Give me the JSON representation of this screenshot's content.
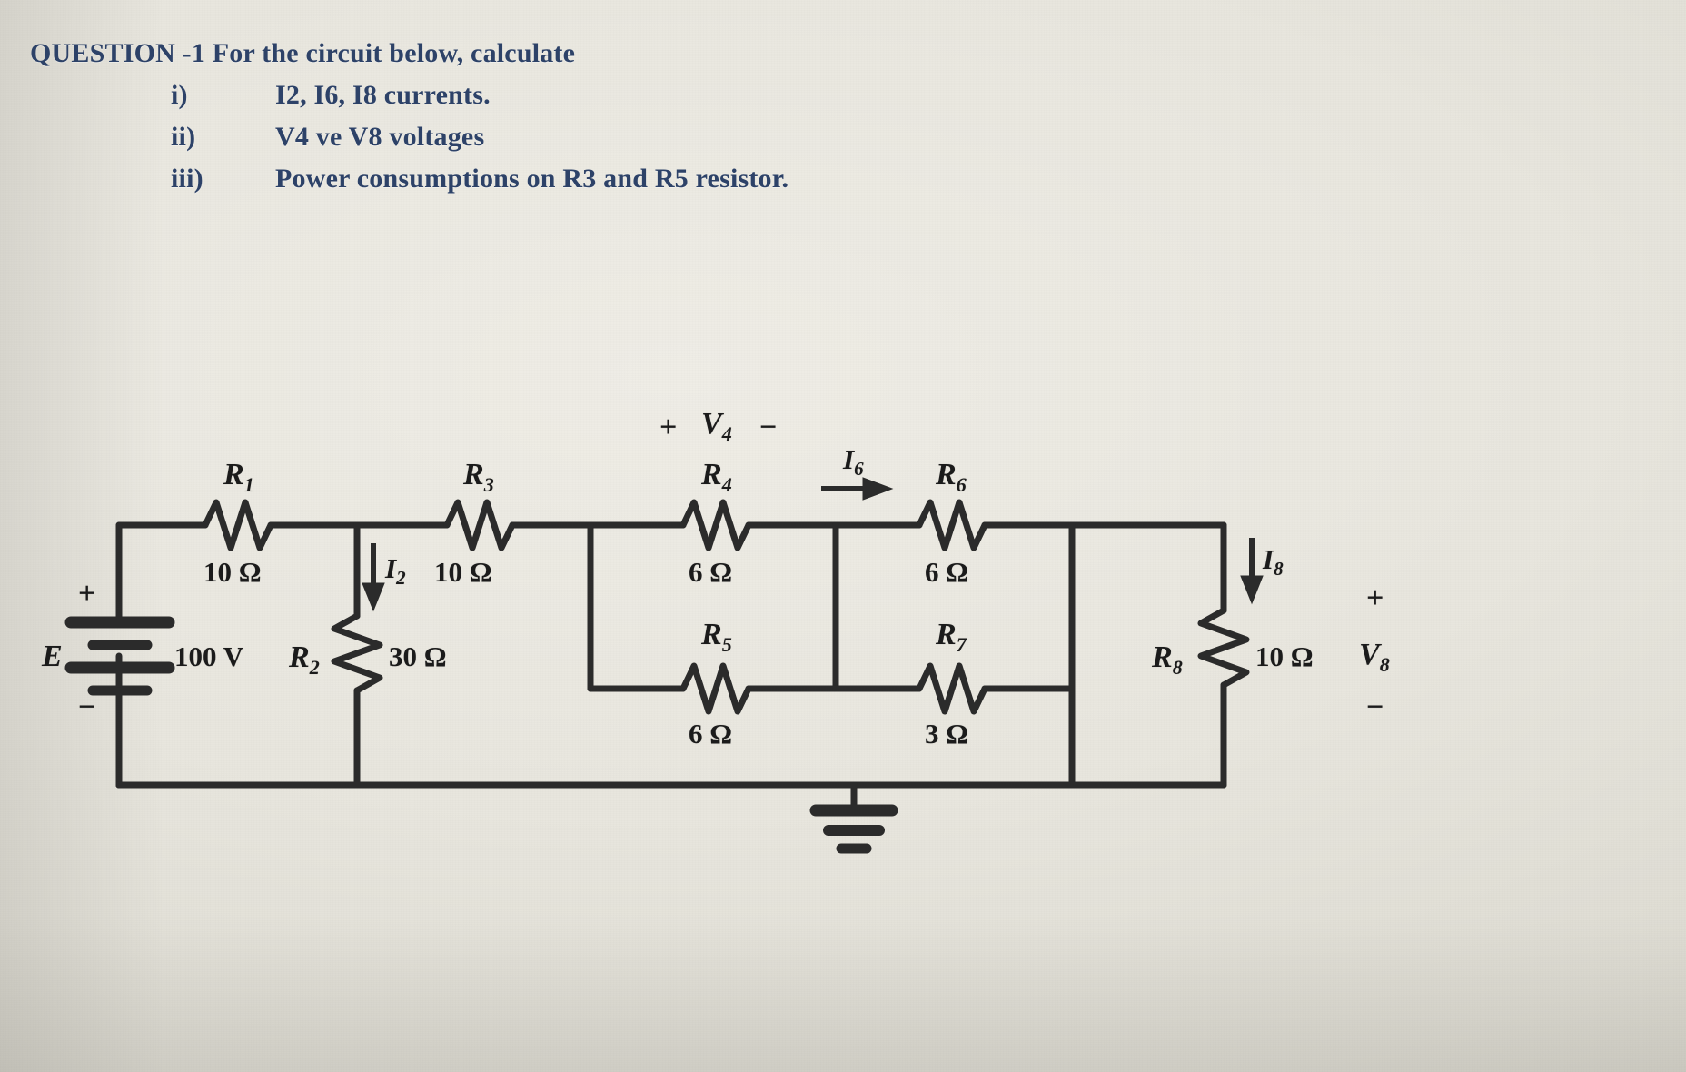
{
  "question": {
    "heading": "QUESTION -1 For the circuit below, calculate",
    "items": [
      {
        "numeral": "i)",
        "text": "I2, I6, I8 currents."
      },
      {
        "numeral": "ii)",
        "text": "V4 ve V8 voltages"
      },
      {
        "numeral": "iii)",
        "text": "Power consumptions on R3 and R5 resistor."
      }
    ]
  },
  "circuit": {
    "title": "resistor-network-circuit",
    "ink_color": "#2b2b2b",
    "text_color": "#1b1b1b",
    "source": {
      "name": "E",
      "value": "100 V",
      "plus": "+",
      "minus": "−"
    },
    "resistors": [
      {
        "name": "R",
        "index": "1",
        "value": "10 Ω",
        "orientation": "horizontal"
      },
      {
        "name": "R",
        "index": "2",
        "value": "30 Ω",
        "orientation": "vertical"
      },
      {
        "name": "R",
        "index": "3",
        "value": "10 Ω",
        "orientation": "horizontal"
      },
      {
        "name": "R",
        "index": "4",
        "value": "6 Ω",
        "orientation": "horizontal"
      },
      {
        "name": "R",
        "index": "5",
        "value": "6 Ω",
        "orientation": "horizontal"
      },
      {
        "name": "R",
        "index": "6",
        "value": "6 Ω",
        "orientation": "horizontal"
      },
      {
        "name": "R",
        "index": "7",
        "value": "3 Ω",
        "orientation": "horizontal"
      },
      {
        "name": "R",
        "index": "8",
        "value": "10 Ω",
        "orientation": "vertical"
      }
    ],
    "currents": [
      {
        "name": "I",
        "index": "2",
        "direction": "down"
      },
      {
        "name": "I",
        "index": "6",
        "direction": "right"
      },
      {
        "name": "I",
        "index": "8",
        "direction": "down"
      }
    ],
    "voltages": [
      {
        "name": "V",
        "index": "4",
        "plus": "+",
        "minus": "−",
        "position": "above-R4"
      },
      {
        "name": "V",
        "index": "8",
        "plus": "+",
        "minus": "−",
        "position": "right-of-R8"
      }
    ],
    "ground": {
      "symbol": "earth-ground"
    },
    "labels": {
      "R1_sym": "R",
      "R1_sub": "1",
      "R1_val": "10 Ω",
      "R2_sym": "R",
      "R2_sub": "2",
      "R2_val": "30 Ω",
      "R3_sym": "R",
      "R3_sub": "3",
      "R3_val": "10 Ω",
      "R4_sym": "R",
      "R4_sub": "4",
      "R4_val": "6 Ω",
      "R5_sym": "R",
      "R5_sub": "5",
      "R5_val": "6 Ω",
      "R6_sym": "R",
      "R6_sub": "6",
      "R6_val": "6 Ω",
      "R7_sym": "R",
      "R7_sub": "7",
      "R7_val": "3 Ω",
      "R8_sym": "R",
      "R8_sub": "8",
      "R8_val": "10 Ω",
      "E_sym": "E",
      "E_val": "100 V",
      "E_plus": "+",
      "E_minus": "−",
      "I2_sym": "I",
      "I2_sub": "2",
      "I6_sym": "I",
      "I6_sub": "6",
      "I8_sym": "I",
      "I8_sub": "8",
      "V4_plus": "+",
      "V4_sym": "V",
      "V4_sub": "4",
      "V4_minus": "−",
      "V8_plus": "+",
      "V8_sym": "V",
      "V8_sub": "8",
      "V8_minus": "−"
    }
  }
}
